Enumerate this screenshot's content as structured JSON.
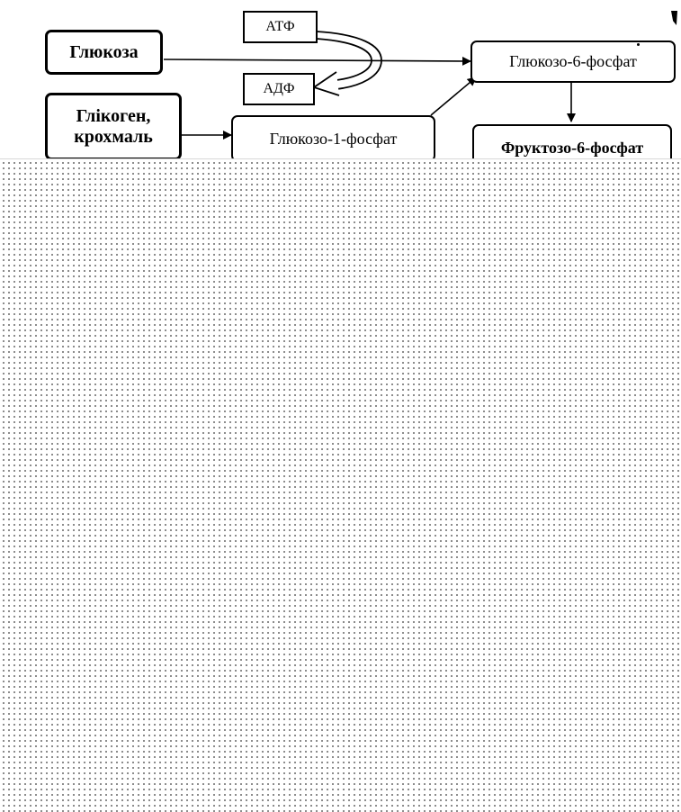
{
  "nodes": {
    "glucose": "Глюкоза",
    "glycogen_line1": "Глікоген,",
    "glycogen_line2": "крохмаль",
    "atp": "АТФ",
    "adp": "АДФ",
    "glucose_1_phosphate": "Глюкозо-1-фосфат",
    "glucose_6_phosphate": "Глюкозо-6-фосфат",
    "fructose_6_phosphate": "Фруктозо-6-фосфат"
  },
  "colors": {
    "line": "#000000",
    "background": "#ffffff",
    "dots": "#7a7a7a"
  }
}
